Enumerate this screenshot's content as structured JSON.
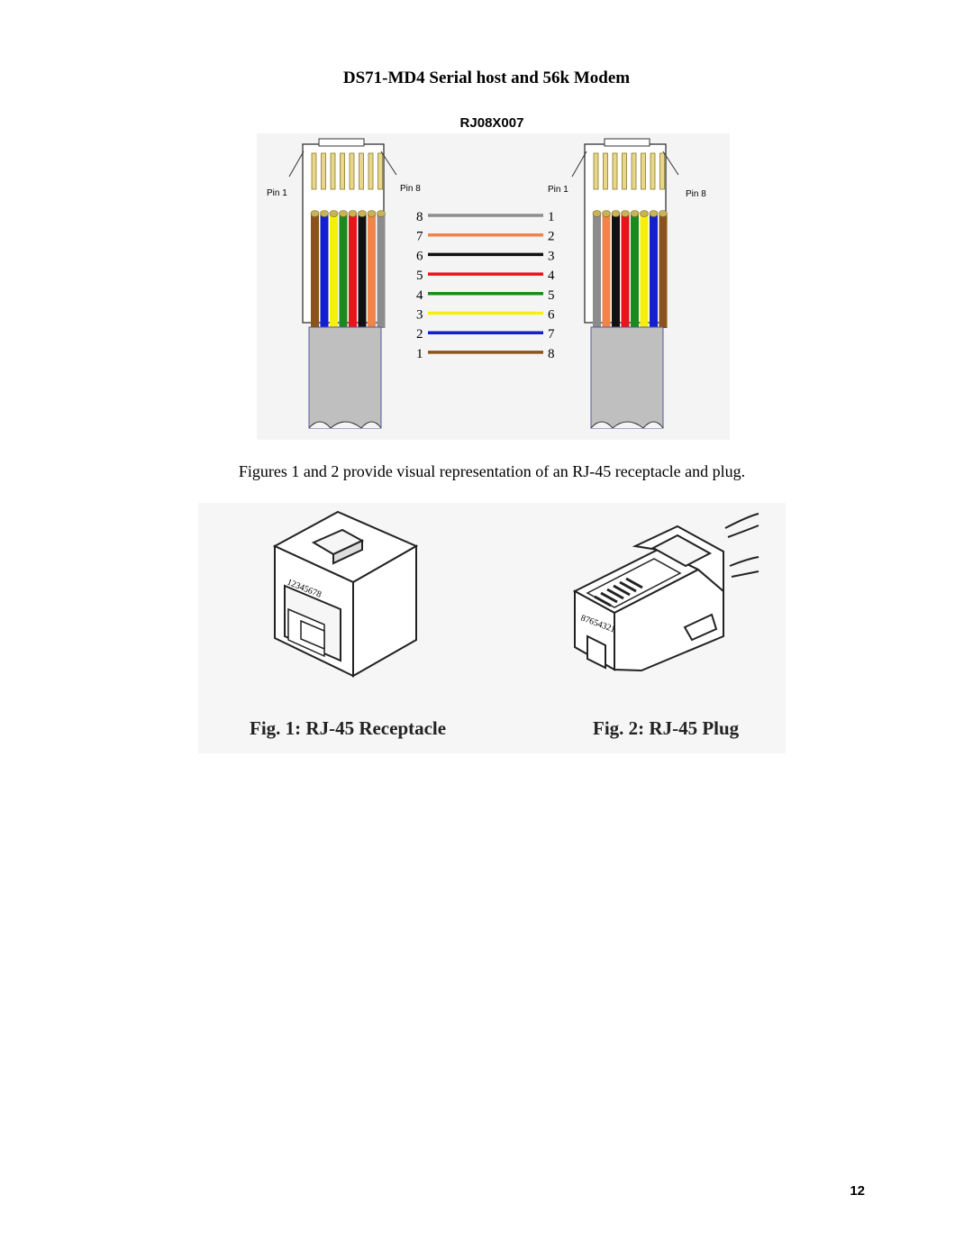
{
  "document": {
    "title": "DS71-MD4 Serial host and 56k Modem",
    "part_number": "RJ08X007",
    "caption": "Figures 1 and 2 provide visual representation of an RJ-45 receptacle and plug.",
    "page_number": "12"
  },
  "pinout": {
    "left_plug_labels": {
      "pin_a": "Pin 1",
      "pin_b": "Pin 8"
    },
    "right_plug_labels": {
      "pin_a": "Pin 1",
      "pin_b": "Pin 8"
    },
    "wires": [
      {
        "left": "8",
        "right": "1",
        "color": "#8c8c8c"
      },
      {
        "left": "7",
        "right": "2",
        "color": "#f0844a"
      },
      {
        "left": "6",
        "right": "3",
        "color": "#111111"
      },
      {
        "left": "5",
        "right": "4",
        "color": "#e8141c"
      },
      {
        "left": "4",
        "right": "5",
        "color": "#1a8a1e"
      },
      {
        "left": "3",
        "right": "6",
        "color": "#f5ef0c"
      },
      {
        "left": "2",
        "right": "7",
        "color": "#1420d0"
      },
      {
        "left": "1",
        "right": "8",
        "color": "#8a5418"
      }
    ]
  },
  "figures": {
    "fig1": {
      "label": "Fig. 1: RJ-45 Receptacle",
      "pin_numbers": "12345678"
    },
    "fig2": {
      "label": "Fig. 2: RJ-45 Plug",
      "pin_numbers": "87654321"
    }
  }
}
